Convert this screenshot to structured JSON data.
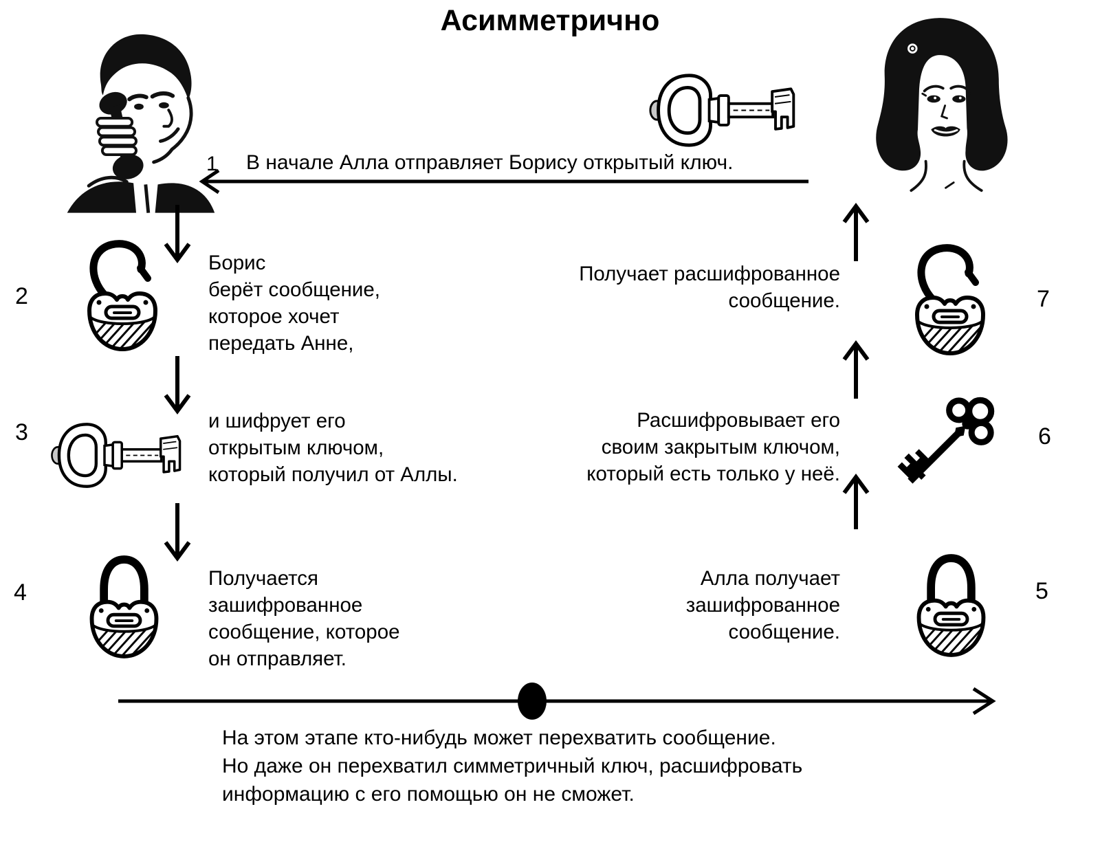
{
  "title": "Асимметрично",
  "colors": {
    "ink": "#000000",
    "paper": "#ffffff",
    "key_shade": "#c8c8c8"
  },
  "actors": {
    "boris_icon": "man-on-phone",
    "alla_icon": "vintage-woman"
  },
  "steps": {
    "s1": {
      "num": "1",
      "text": "В начале Алла отправляет Борису открытый ключ.",
      "icon": "public-key",
      "arrow": "left"
    },
    "s2": {
      "num": "2",
      "text": "Борис\nберёт сообщение,\nкоторое хочет\nпередать Анне,",
      "icon": "open-padlock",
      "arrow": "down"
    },
    "s3": {
      "num": "3",
      "text": "и шифрует его\nоткрытым ключом,\nкоторый получил от Аллы.",
      "icon": "public-key",
      "arrow": "down"
    },
    "s4": {
      "num": "4",
      "text": "Получается\nзашифрованное\nсообщение, которое\nон отправляет.",
      "icon": "closed-padlock",
      "arrow": "down"
    },
    "s5": {
      "num": "5",
      "text": "Алла получает\nзашифрованное\nсообщение.",
      "icon": "closed-padlock",
      "arrow": "up"
    },
    "s6": {
      "num": "6",
      "text": "Расшифровывает его\nсвоим закрытым ключом,\nкоторый есть только у неё.",
      "icon": "private-key",
      "arrow": "up"
    },
    "s7": {
      "num": "7",
      "text": "Получает расшифрованное\nсообщение.",
      "icon": "open-padlock",
      "arrow": "up"
    }
  },
  "footnote": "На этом этапе кто-нибудь может перехватить сообщение.\nНо даже он перехватил симметричный ключ, расшифровать\nинформацию с его помощью он не сможет."
}
